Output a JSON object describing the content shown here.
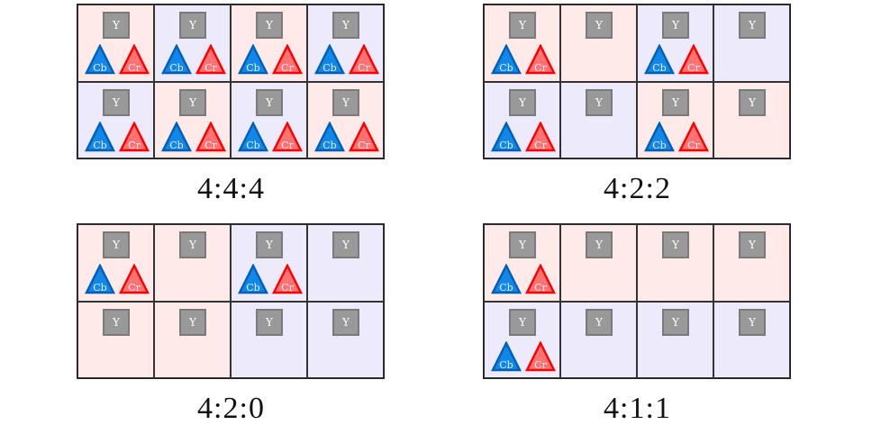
{
  "luma_label": "Y",
  "cb_label": "Cb",
  "cr_label": "Cr",
  "colors": {
    "pink": "#ffeaea",
    "blue": "#edeafc",
    "cb_fill": "#1188e8",
    "cb_stroke": "#0060b8",
    "cr_fill": "#ff7373",
    "cr_stroke": "#ff0000"
  },
  "panels": [
    {
      "label": "4:4:4",
      "regions": [
        [
          "pink",
          "blue",
          "pink",
          "blue"
        ],
        [
          "blue",
          "pink",
          "blue",
          "pink"
        ]
      ],
      "chroma": [
        [
          1,
          1,
          1,
          1
        ],
        [
          1,
          1,
          1,
          1
        ]
      ]
    },
    {
      "label": "4:2:2",
      "regions": [
        [
          "pink",
          "pink",
          "blue",
          "blue"
        ],
        [
          "blue",
          "blue",
          "pink",
          "pink"
        ]
      ],
      "chroma": [
        [
          1,
          0,
          1,
          0
        ],
        [
          1,
          0,
          1,
          0
        ]
      ]
    },
    {
      "label": "4:2:0",
      "regions": [
        [
          "pink",
          "pink",
          "blue",
          "blue"
        ],
        [
          "pink",
          "pink",
          "blue",
          "blue"
        ]
      ],
      "chroma": [
        [
          1,
          0,
          1,
          0
        ],
        [
          0,
          0,
          0,
          0
        ]
      ]
    },
    {
      "label": "4:1:1",
      "regions": [
        [
          "pink",
          "pink",
          "pink",
          "pink"
        ],
        [
          "blue",
          "blue",
          "blue",
          "blue"
        ]
      ],
      "chroma": [
        [
          1,
          0,
          0,
          0
        ],
        [
          1,
          0,
          0,
          0
        ]
      ]
    }
  ]
}
